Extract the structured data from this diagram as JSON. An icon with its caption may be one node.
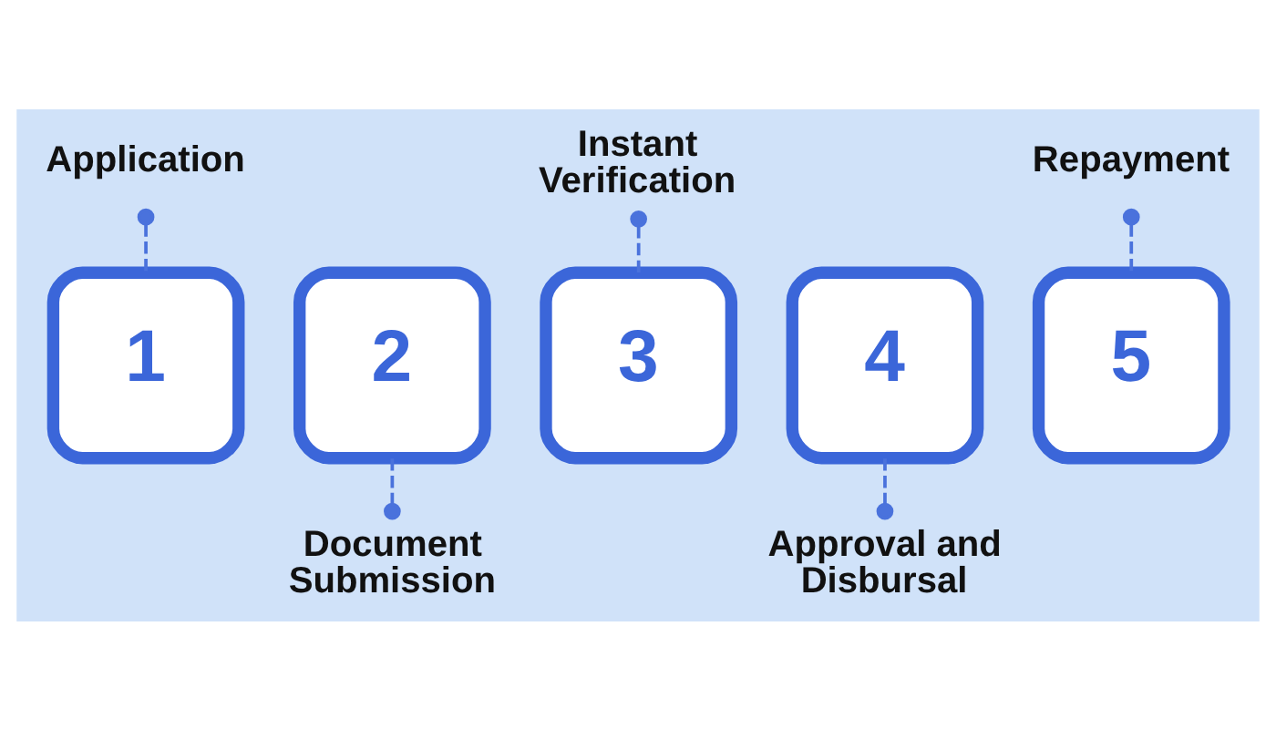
{
  "diagram": {
    "nodes": [
      {
        "text": [
          "Application"
        ]
      },
      {
        "text": [
          "1"
        ]
      },
      {
        "text": [
          "2"
        ]
      },
      {
        "text": [
          "Document Submission"
        ]
      },
      {
        "text": [
          "Instant Verification"
        ]
      },
      {
        "text": [
          "3"
        ]
      },
      {
        "text": [
          "4"
        ]
      },
      {
        "text": [
          "Approval and Disbursal"
        ]
      },
      {
        "text": [
          "Repayment"
        ]
      },
      {
        "text": [
          "5"
        ]
      }
    ],
    "edges": [
      {
        "from": 0,
        "to": 1,
        "arrow": "other",
        "style": "dashed"
      },
      {
        "from": 2,
        "to": 3,
        "arrow": "other",
        "style": "dashed"
      },
      {
        "from": 4,
        "to": 5,
        "arrow": "other",
        "style": "dashed"
      },
      {
        "from": 6,
        "to": 7,
        "arrow": "other",
        "style": "dashed"
      },
      {
        "from": 8,
        "to": 9,
        "arrow": "other",
        "style": "dashed"
      }
    ]
  }
}
